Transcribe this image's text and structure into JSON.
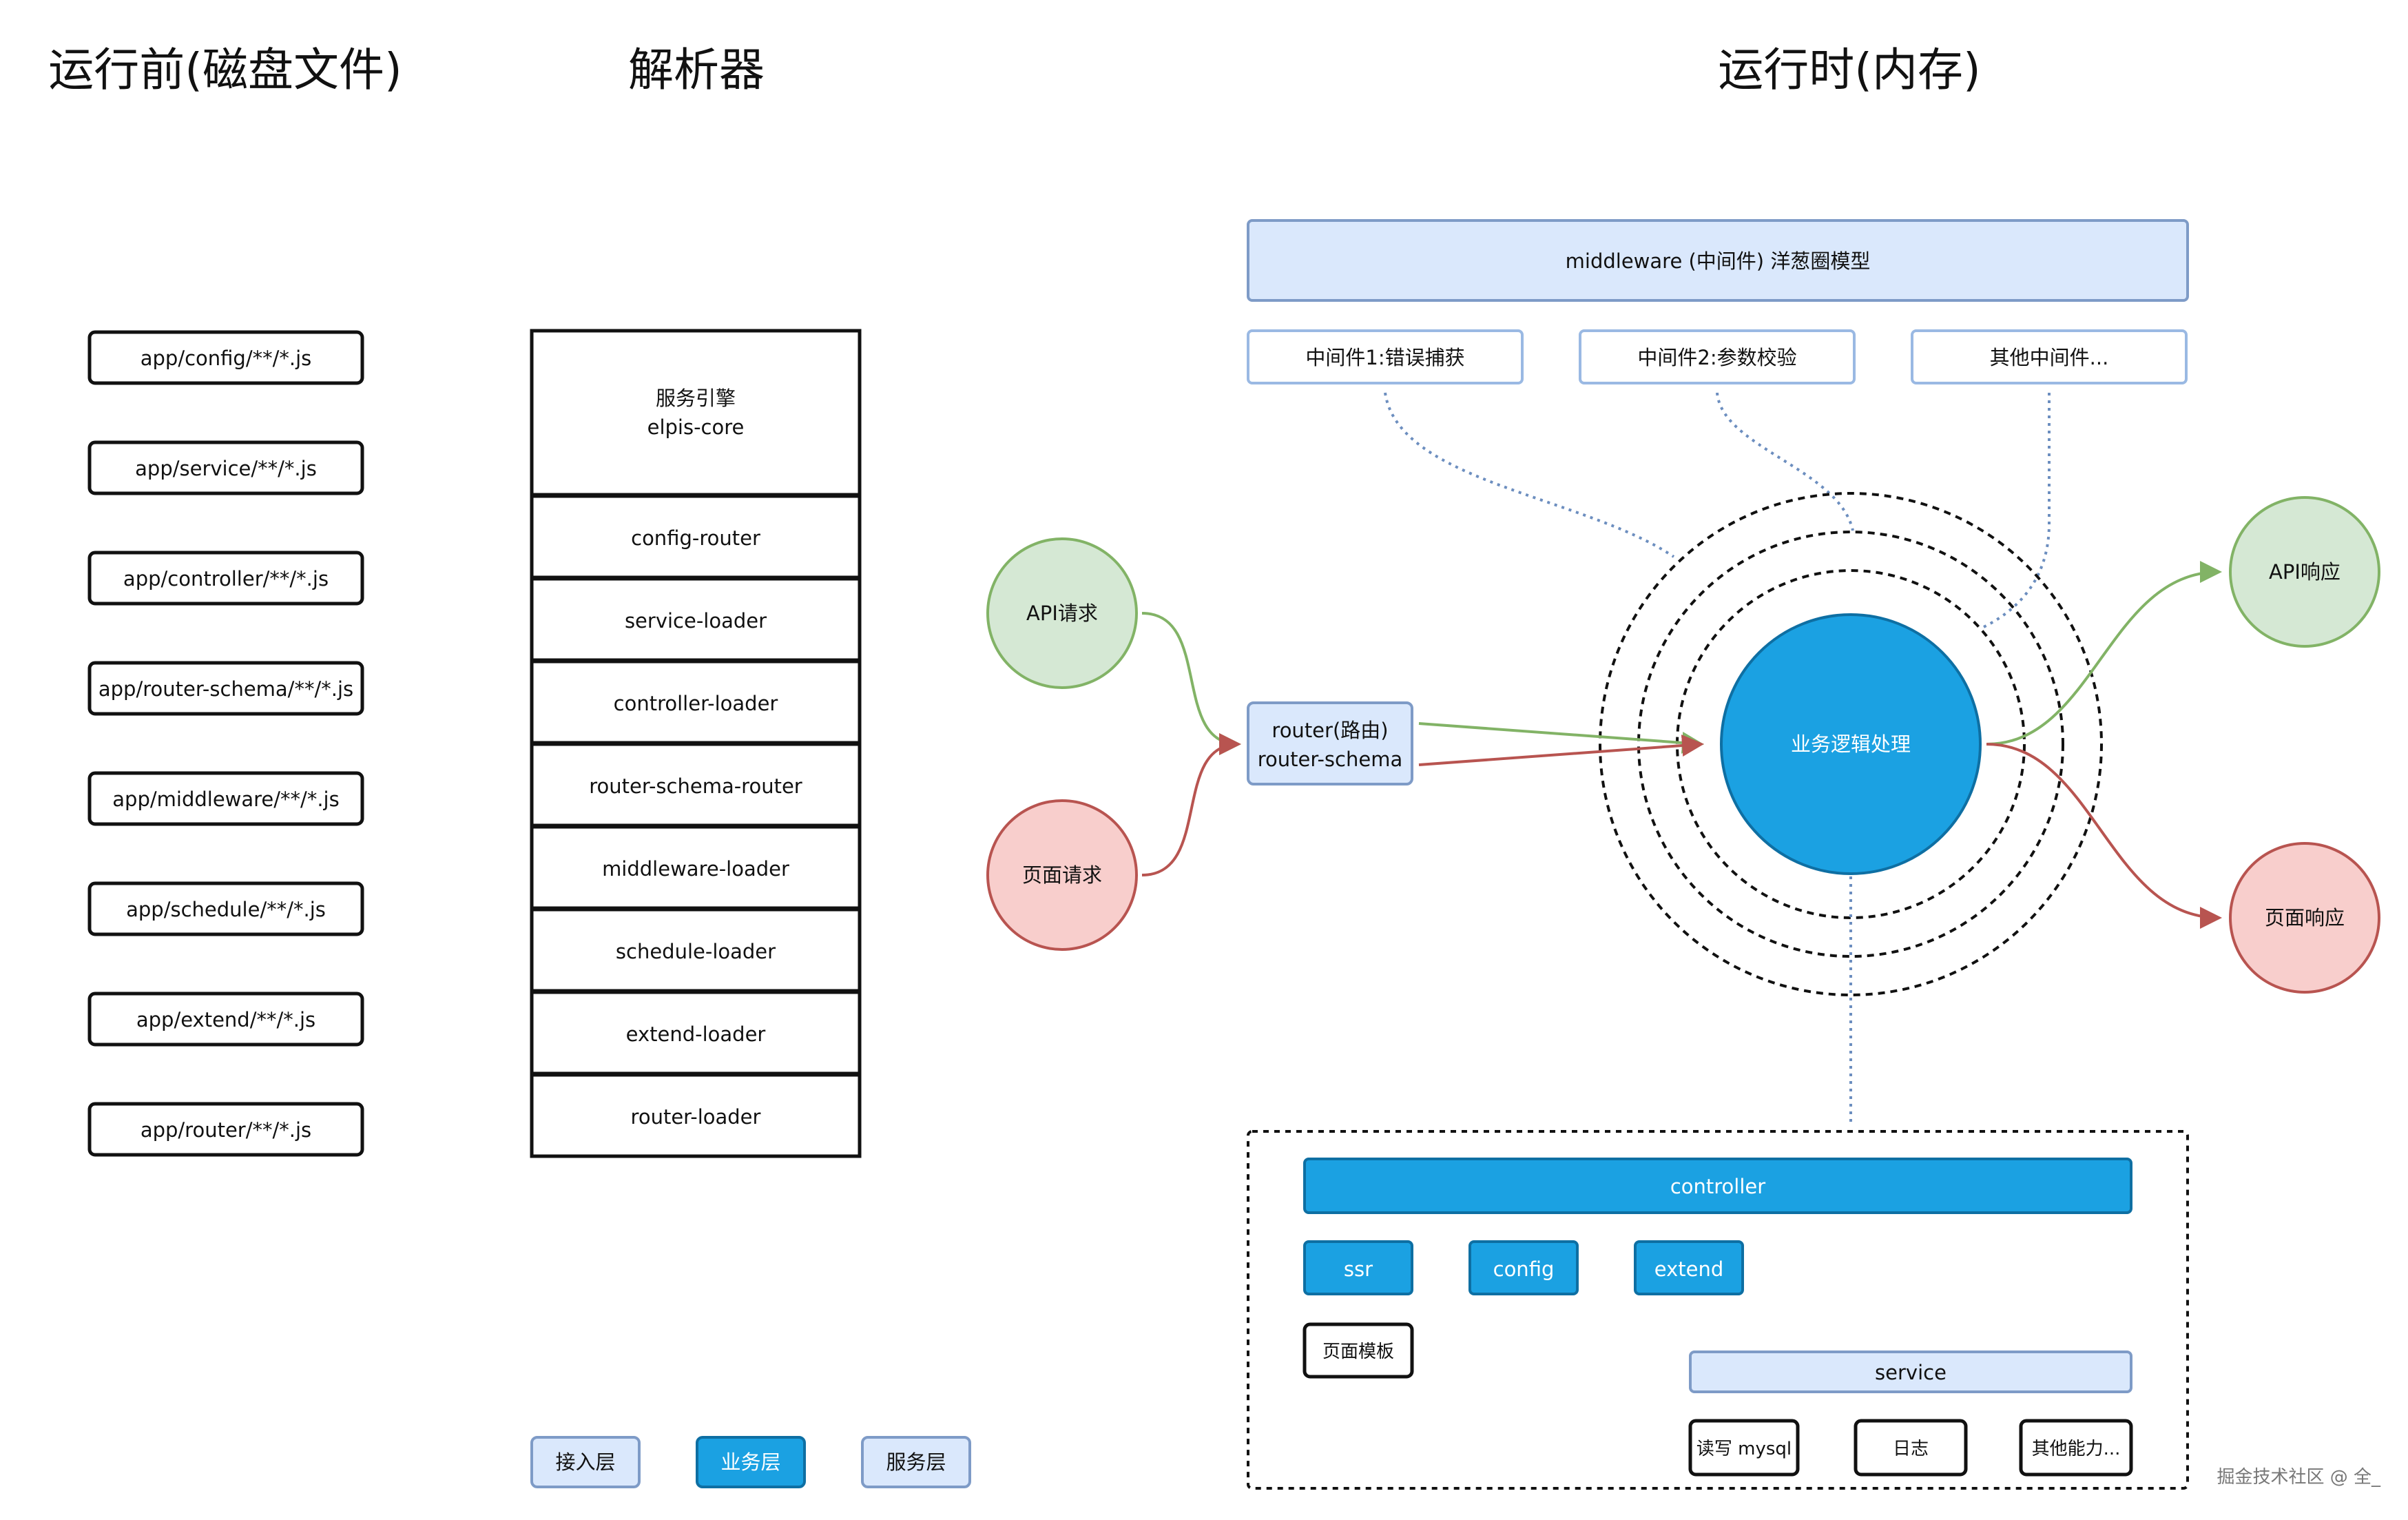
{
  "titles": {
    "disk": "运行前(磁盘文件)",
    "parser": "解析器",
    "runtime": "运行时(内存)"
  },
  "disk_files": [
    "app/config/**/*.js",
    "app/service/**/*.js",
    "app/controller/**/*.js",
    "app/router-schema/**/*.js",
    "app/middleware/**/*.js",
    "app/schedule/**/*.js",
    "app/extend/**/*.js",
    "app/router/**/*.js"
  ],
  "parser": {
    "engine_line1": "服务引擎",
    "engine_line2": "elpis-core",
    "loaders": [
      "config-router",
      "service-loader",
      "controller-loader",
      "router-schema-router",
      "middleware-loader",
      "schedule-loader",
      "extend-loader",
      "router-loader"
    ]
  },
  "legend": [
    "接入层",
    "业务层",
    "服务层"
  ],
  "runtime": {
    "middleware_header": "middleware (中间件) 洋葱圈模型",
    "middlewares": [
      "中间件1:错误捕获",
      "中间件2:参数校验",
      "其他中间件..."
    ],
    "api_request": "API请求",
    "page_request": "页面请求",
    "router_line1": "router(路由)",
    "router_line2": "router-schema",
    "core": "业务逻辑处理",
    "api_response": "API响应",
    "page_response": "页面响应",
    "controller": "controller",
    "controller_parts": [
      "ssr",
      "config",
      "extend"
    ],
    "page_template": "页面模板",
    "service": "service",
    "service_parts": [
      "读写 mysql",
      "日志",
      "其他能力..."
    ]
  },
  "watermark": "掘金技术社区 @ 全_",
  "colors": {
    "blue": "#1ba1e2",
    "light_blue": "#dae8fc",
    "green": "#d5e8d4",
    "green_stroke": "#82b366",
    "red": "#f8cecc",
    "red_stroke": "#b85450"
  }
}
